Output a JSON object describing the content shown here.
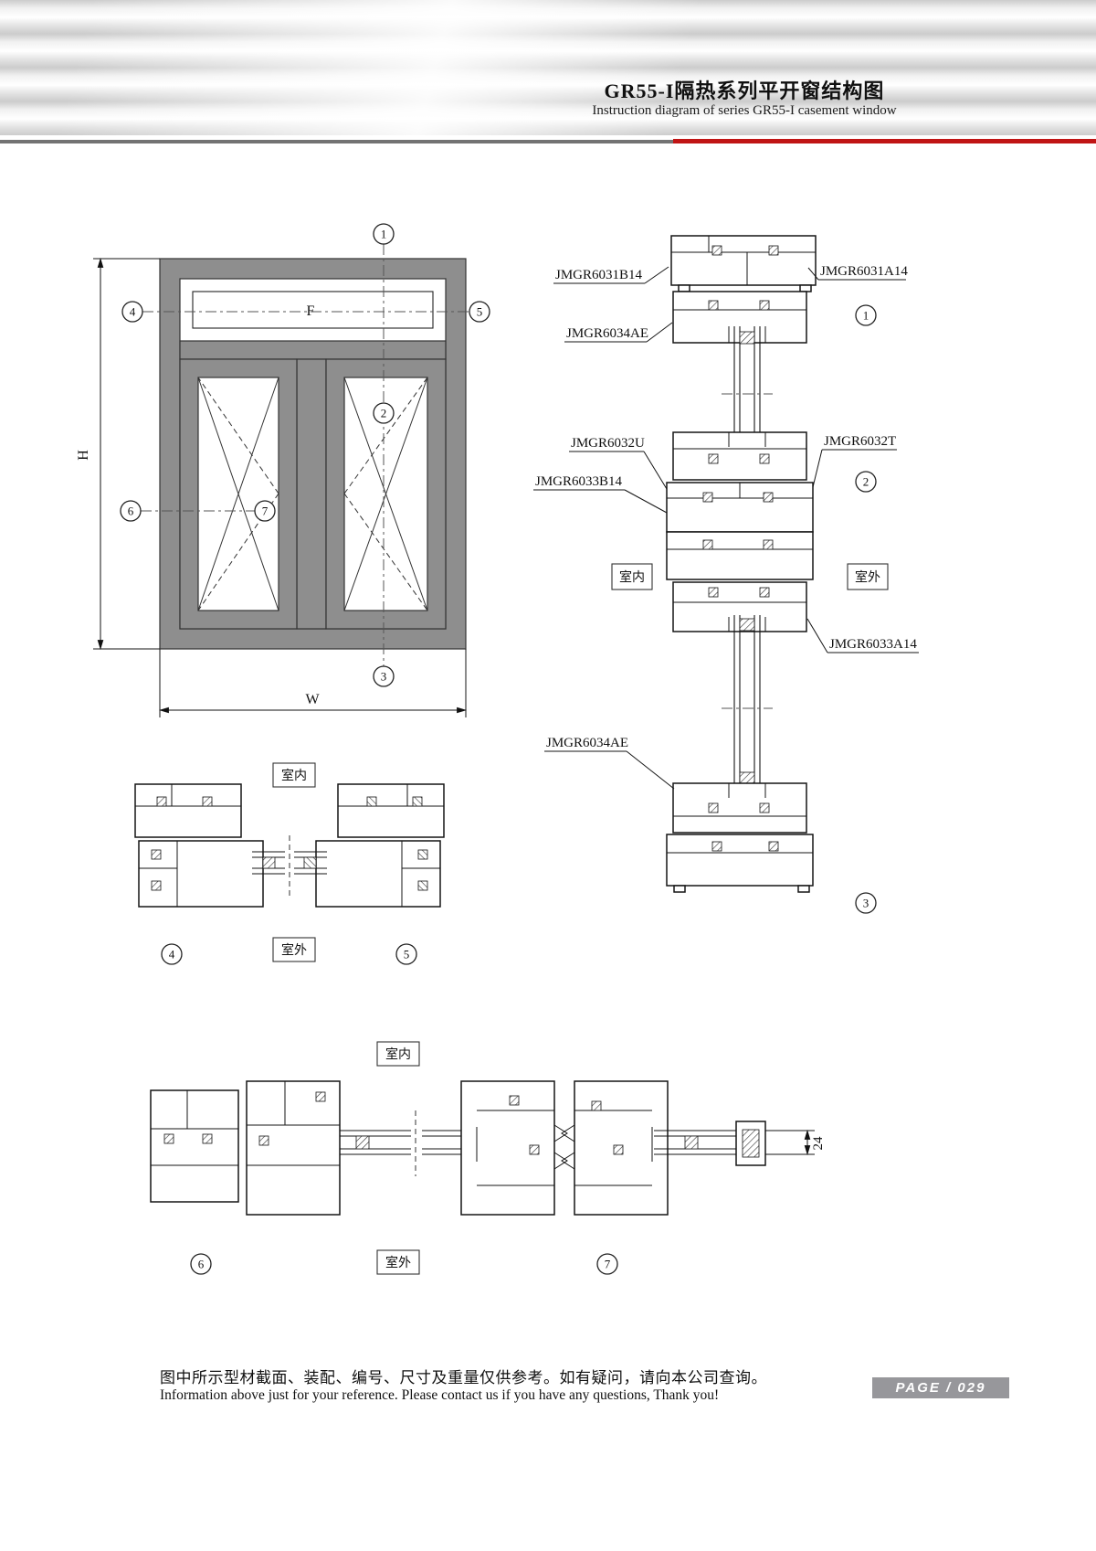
{
  "header": {
    "title_zh": "GR55-I隔热系列平开窗结构图",
    "title_en": "Instruction diagram of series GR55-I casement window"
  },
  "elevation": {
    "f_label": "F",
    "h_label": "H",
    "w_label": "W",
    "callouts": {
      "c1": "1",
      "c2": "2",
      "c3": "3",
      "c4": "4",
      "c5": "5",
      "c6": "6",
      "c7": "7"
    }
  },
  "vertical_section": {
    "labels": {
      "l6031b14": "JMGR6031B14",
      "l6031a14": "JMGR6031A14",
      "l6034ae_top": "JMGR6034AE",
      "l6032u": "JMGR6032U",
      "l6032t": "JMGR6032T",
      "l6033b14": "JMGR6033B14",
      "l6033a14": "JMGR6033A14",
      "l6034ae_bottom": "JMGR6034AE"
    },
    "indoor": "室内",
    "outdoor": "室外",
    "callouts": {
      "c1": "1",
      "c2": "2",
      "c3": "3"
    }
  },
  "mid_section": {
    "indoor": "室内",
    "outdoor": "室外",
    "callouts": {
      "c4": "4",
      "c5": "5"
    }
  },
  "bottom_section": {
    "indoor": "室内",
    "outdoor": "室外",
    "dim_glass": "24",
    "callouts": {
      "c6": "6",
      "c7": "7"
    }
  },
  "footer": {
    "note_zh": "图中所示型材截面、装配、编号、尺寸及重量仅供参考。如有疑问，请向本公司查询。",
    "note_en": "Information above just for your reference. Please contact us if you have any questions, Thank you!",
    "page_label": "PAGE / 029"
  },
  "colors": {
    "accent_red": "#c01414",
    "frame_gray": "#8e8e8e",
    "line": "#151515"
  }
}
